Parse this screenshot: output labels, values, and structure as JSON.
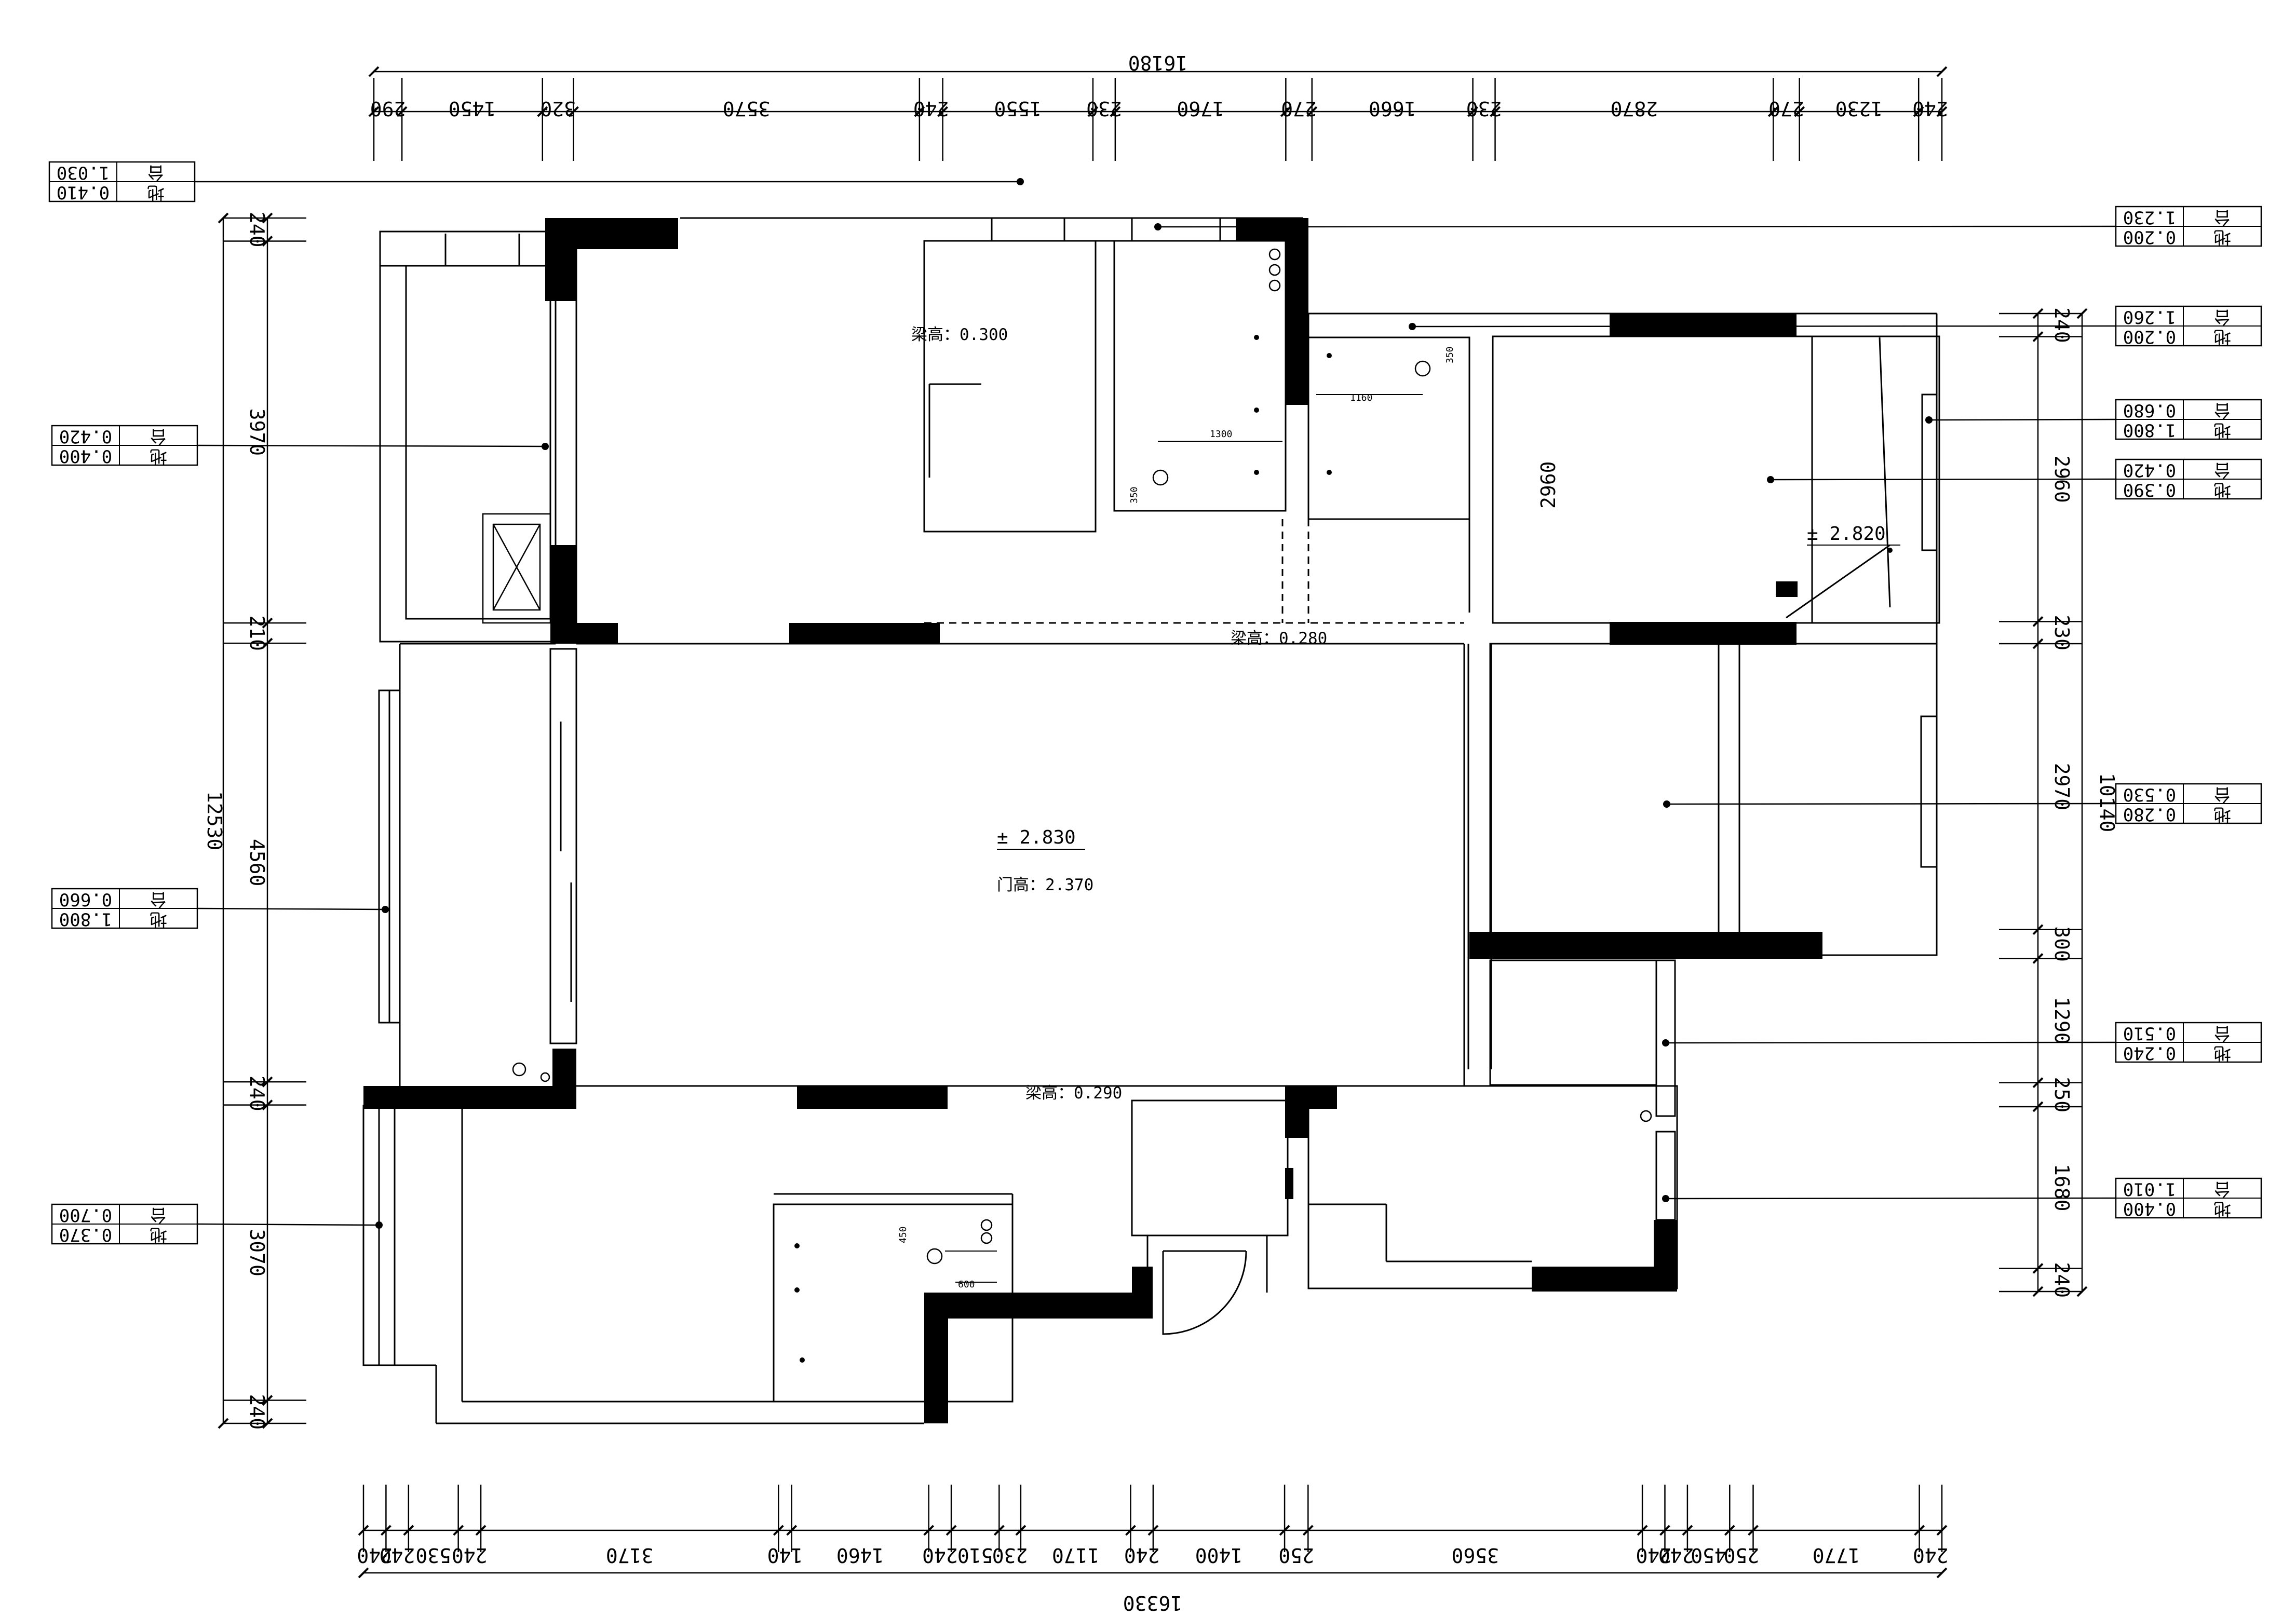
{
  "dimensions": {
    "top_total": "16180",
    "top": [
      "290",
      "1450",
      "320",
      "3570",
      "240",
      "1550",
      "230",
      "1760",
      "270",
      "1660",
      "230",
      "2870",
      "270",
      "1230",
      "240"
    ],
    "bottom_total": "16330",
    "bottom": [
      "240",
      "240",
      "530",
      "240",
      "3170",
      "140",
      "1460",
      "240",
      "510",
      "230",
      "1170",
      "240",
      "1400",
      "250",
      "3560",
      "240",
      "240",
      "450",
      "250",
      "1770",
      "240"
    ],
    "left_total": "12530",
    "left": [
      "240",
      "3970",
      "210",
      "4560",
      "240",
      "3070",
      "240"
    ],
    "right_total": "10140",
    "right": [
      "240",
      "2960",
      "230",
      "2970",
      "300",
      "1290",
      "250",
      "1680",
      "240"
    ]
  },
  "window_tags": {
    "left": [
      {
        "top": "台",
        "top_val": "1.030",
        "bottom": "地",
        "bottom_val": "0.410"
      },
      {
        "top": "台",
        "top_val": "0.420",
        "bottom": "地",
        "bottom_val": "0.400"
      },
      {
        "top": "台",
        "top_val": "0.660",
        "bottom": "地",
        "bottom_val": "1.800"
      },
      {
        "top": "台",
        "top_val": "0.700",
        "bottom": "地",
        "bottom_val": "0.370"
      }
    ],
    "right": [
      {
        "top": "台",
        "top_val": "1.230",
        "bottom": "地",
        "bottom_val": "0.200"
      },
      {
        "top": "台",
        "top_val": "1.260",
        "bottom": "地",
        "bottom_val": "0.200"
      },
      {
        "top": "台",
        "top_val": "0.680",
        "bottom": "地",
        "bottom_val": "1.800"
      },
      {
        "top": "台",
        "top_val": "0.420",
        "bottom": "地",
        "bottom_val": "0.390"
      },
      {
        "top": "台",
        "top_val": "0.530",
        "bottom": "地",
        "bottom_val": "0.280"
      },
      {
        "top": "台",
        "top_val": "0.510",
        "bottom": "地",
        "bottom_val": "0.240"
      },
      {
        "top": "台",
        "top_val": "1.010",
        "bottom": "地",
        "bottom_val": "0.400"
      }
    ]
  },
  "annotations": {
    "beam_top": "梁高：0.300",
    "beam_mid": "梁高：0.280",
    "beam_bottom": "梁高：0.290",
    "level_main": "± 2.830",
    "door_height": "门高：2.370",
    "level_room": "± 2.820",
    "room_dim": "2960",
    "kitchen_1300": "1300",
    "kitchen_350": "350",
    "bath_1160": "1160",
    "bath_350": "350",
    "bath2_450": "450",
    "bath2_600": "600"
  },
  "colors": {
    "ink": "#000000",
    "paper": "#ffffff"
  }
}
